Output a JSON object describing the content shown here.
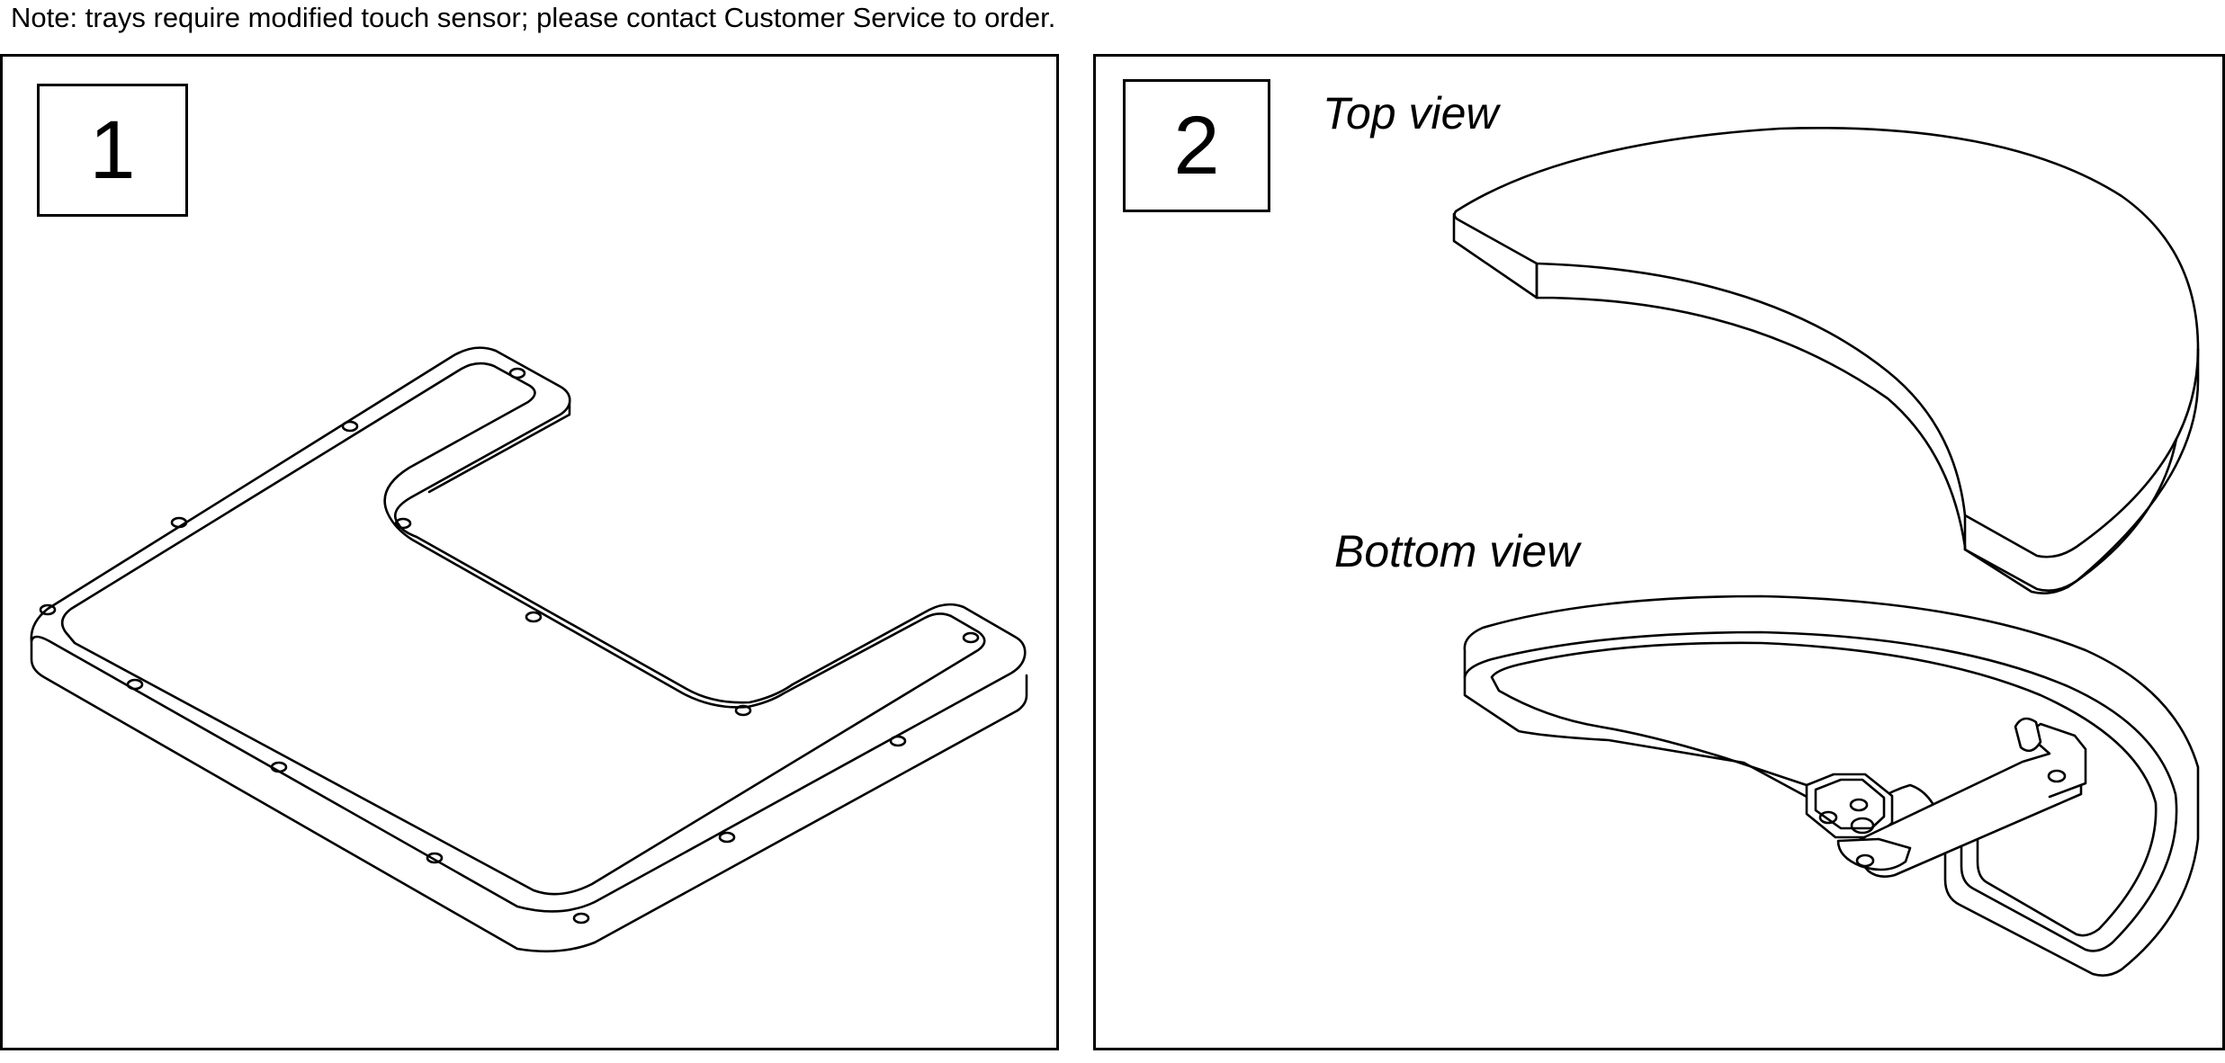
{
  "note": "Note: trays require modified touch sensor; please contact Customer Service to order.",
  "panels": [
    {
      "number": "1"
    },
    {
      "number": "2",
      "top_view_label": "Top view",
      "bottom_view_label": "Bottom view"
    }
  ],
  "colors": {
    "line": "#000000",
    "background": "#ffffff"
  }
}
